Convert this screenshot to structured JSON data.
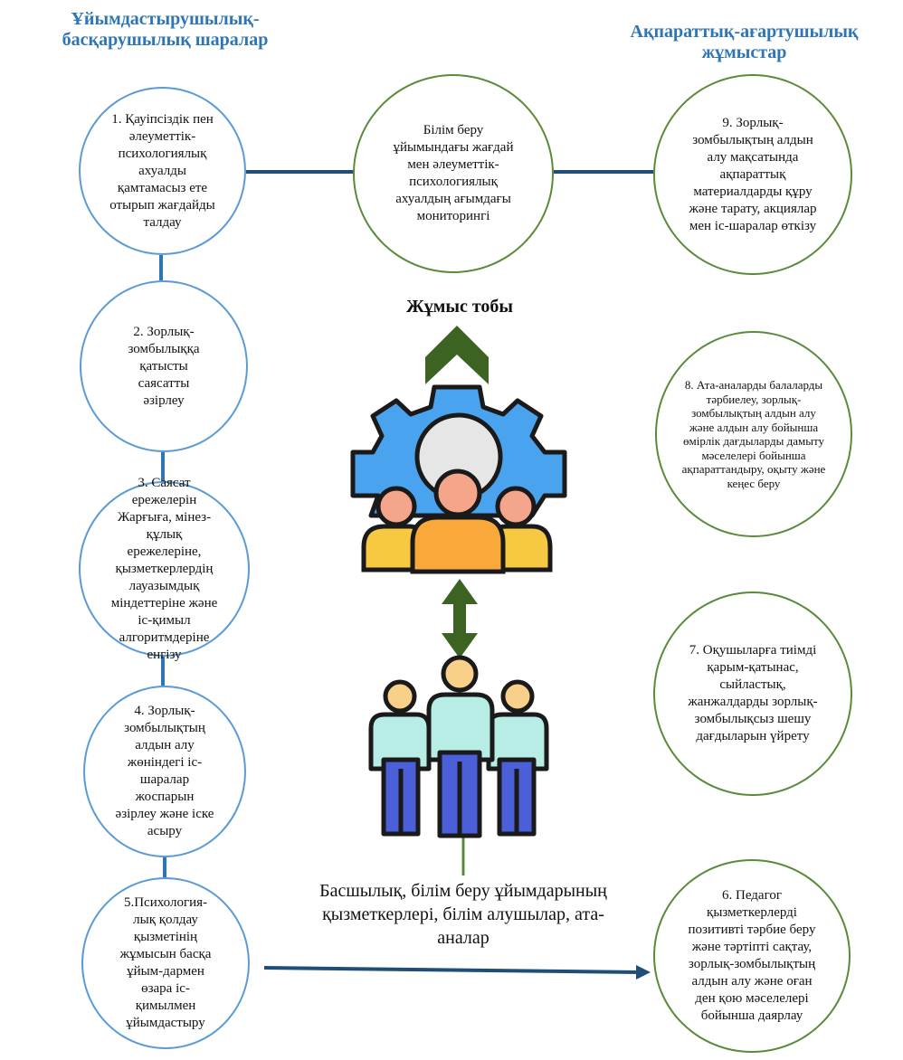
{
  "headings": {
    "left": "Ұйымдастырушылық-басқарушылық шаралар",
    "right": "Ақпараттық-ағартушылық жұмыстар"
  },
  "center": {
    "monitoring": "Білім беру ұйымындағы жағдай мен әлеуметтік-психологиялық ахуалдың ағымдағы мониторингі",
    "working_group": "Жұмыс тобы",
    "participants": "Басшылық, білім беру ұйымдарының қызметкерлері, білім алушылар, ата-аналар"
  },
  "left_steps": [
    "1. Қауіпсіздік пен әлеуметтік-психологиялық ахуалды қамтамасыз ете отырып жағдайды талдау",
    "2. Зорлық-зомбылыққа қатысты саясатты әзірлеу",
    "3. Саясат ережелерін Жарғыға, мінез-құлық ережелеріне, қызметкерлердің лауазымдық міндеттеріне және іс-қимыл алгоритмдеріне енгізу",
    "4. Зорлық-зомбылықтың алдын алу жөніндегі іс-шаралар жоспарын әзірлеу және іске асыру",
    "5.Психология-лық қолдау қызметінің жұмысын басқа ұйым-дармен өзара іс-қимылмен ұйымдастыру"
  ],
  "right_steps": [
    "9. Зорлық-зомбылықтың алдын алу мақсатында ақпараттық материалдарды құру және тарату, акциялар мен іс-шаралар өткізу",
    "8. Ата-аналарды балаларды тәрбиелеу, зорлық-зомбылықтың алдын алу және алдын алу бойынша өмірлік дағдыларды дамыту мәселелері бойынша ақпараттандыру, оқыту және кеңес беру",
    "7. Оқушыларға тиімді қарым-қатынас, сыйластық, жанжалдарды зорлық-зомбылықсыз шешу дағдыларын үйрету",
    "6. Педагог қызметкерлерді позитивті тәрбие беру және тәртіпті сақтау, зорлық-зомбылықтың алдын алу және оған ден қою мәселелері бойынша даярлау"
  ],
  "colors": {
    "heading_blue": "#2e75b6",
    "circle_blue": "#5b9bd5",
    "circle_green": "#5b8a3a",
    "connector": "#1f4e79",
    "arrow_green": "#3d6323"
  },
  "icons": {
    "team": "team-gear-icon",
    "people": "people-group-icon"
  }
}
